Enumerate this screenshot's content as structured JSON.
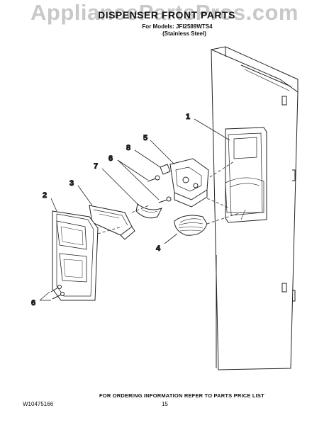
{
  "watermark": "AppliancePartsPros.com",
  "header": {
    "title": "DISPENSER FRONT PARTS",
    "model_line": "For Models: JFI2589WTS4",
    "finish_line": "(Stainless Steel)"
  },
  "callouts": [
    "1",
    "2",
    "3",
    "4",
    "5",
    "6",
    "7",
    "8",
    "6"
  ],
  "footer": {
    "doc_number": "W10475166",
    "page_number": "15",
    "ordering_note": "FOR ORDERING INFORMATION REFER TO PARTS PRICE LIST"
  }
}
